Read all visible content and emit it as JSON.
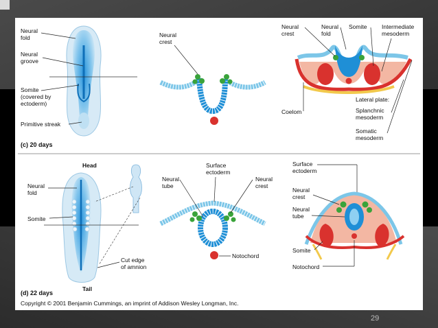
{
  "top": {
    "panel_label": "(c) 20 days",
    "embryo_labels": {
      "neural_fold": [
        "Neural",
        "fold"
      ],
      "neural_groove": [
        "Neural",
        "groove"
      ],
      "somite": [
        "Somite",
        "(covered by",
        "ectoderm)"
      ],
      "primitive_streak": "Primitive streak"
    },
    "middle_labels": {
      "neural_crest": [
        "Neural",
        "crest"
      ]
    },
    "right_labels": {
      "neural_crest": [
        "Neural",
        "crest"
      ],
      "neural_fold": [
        "Neural",
        "fold"
      ],
      "somite": "Somite",
      "intermediate_mesoderm": [
        "Intermediate",
        "mesoderm"
      ],
      "coelom": "Coelom",
      "lateral_plate": "Lateral plate:",
      "splanchnic": [
        "Splanchnic",
        "mesoderm"
      ],
      "somatic": [
        "Somatic",
        "mesoderm"
      ]
    }
  },
  "bottom": {
    "panel_label": "(d) 22 days",
    "embryo_labels": {
      "head": "Head",
      "tail": "Tail",
      "neural_fold": [
        "Neural",
        "fold"
      ],
      "somite": "Somite",
      "cut_edge": [
        "Cut edge",
        "of amnion"
      ]
    },
    "middle_labels": {
      "surface_ectoderm": [
        "Surface",
        "ectoderm"
      ],
      "neural_tube": [
        "Neural",
        "tube"
      ],
      "neural_crest": [
        "Neural",
        "crest"
      ],
      "notochord": "Notochord"
    },
    "right_labels": {
      "surface_ectoderm": [
        "Surface",
        "ectoderm"
      ],
      "neural_crest": [
        "Neural",
        "crest"
      ],
      "neural_tube": [
        "Neural",
        "tube"
      ],
      "somite": "Somite",
      "notochord": "Notochord"
    }
  },
  "copyright": "Copyright © 2001 Benjamin Cummings, an imprint of Addison Wesley Longman, Inc.",
  "page_number": "29",
  "colors": {
    "ectoderm": "#7cc6e8",
    "neural": "#1f8fd6",
    "crest": "#3aa33a",
    "mesoderm_red": "#d9322e",
    "pink": "#f3b7a3",
    "yellow": "#f2c94c",
    "embryo_light": "#cfe6f5"
  }
}
